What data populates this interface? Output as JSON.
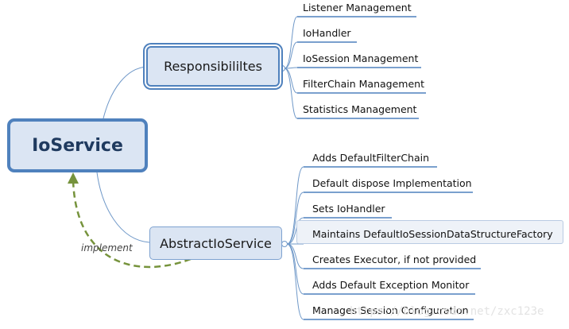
{
  "root": {
    "label": "IoService"
  },
  "branches": {
    "responsibilities": {
      "label": "Responsibililtes",
      "items": [
        "Listener Management",
        "IoHandler",
        "IoSession Management",
        "FilterChain Management",
        "Statistics Management"
      ]
    },
    "abstract": {
      "label": "AbstractIoService",
      "items": [
        "Adds DefaultFilterChain",
        "Default dispose Implementation",
        "Sets IoHandler",
        "Maintains DefaultIoSessionDataStructureFactory",
        "Creates Executor, if not provided",
        "Adds Default Exception Monitor",
        "Manages Session Configuration"
      ]
    }
  },
  "relation": {
    "label": "implement"
  },
  "watermark": "https://blog.csdn.net/zxc123e",
  "colors": {
    "node_fill": "#dbe5f3",
    "node_border": "#4f81bd",
    "connector": "#6f98c8",
    "underline": "#4f81bd",
    "implement_arrow": "#76933c",
    "highlight_fill": "#eef2f8"
  }
}
